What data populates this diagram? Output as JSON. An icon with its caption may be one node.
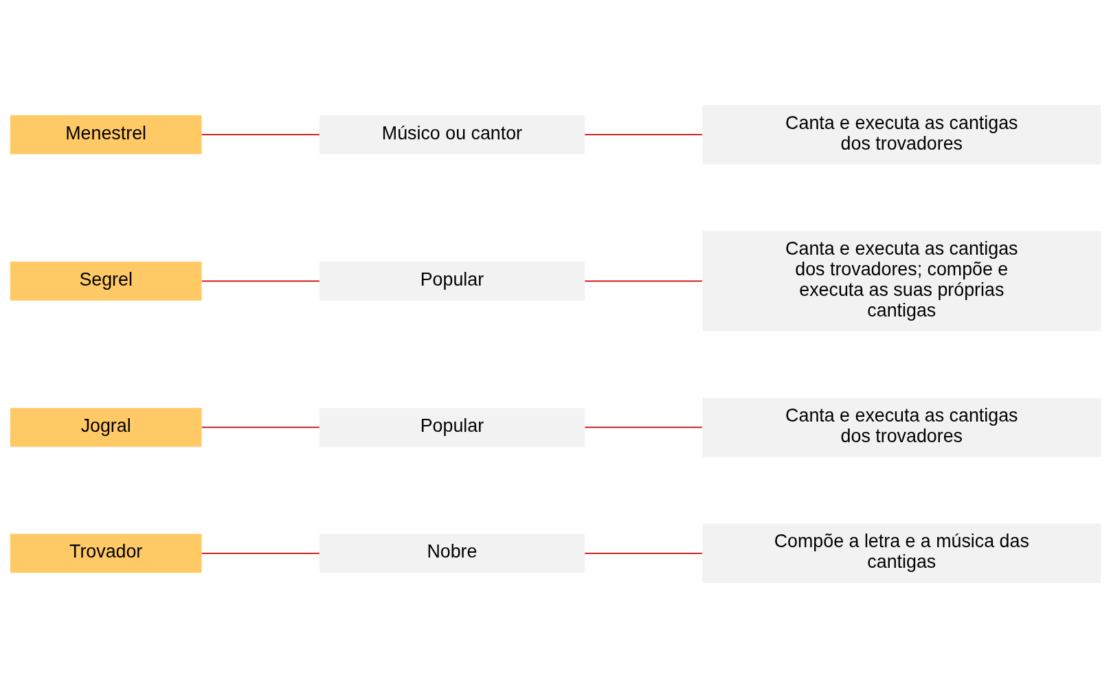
{
  "diagram": {
    "nodes": [
      {
        "text": [
          "Trovador"
        ]
      },
      {
        "text": [
          "Nobre"
        ]
      },
      {
        "text": [
          "Compõe a letra e a música das cantigas"
        ]
      },
      {
        "text": [
          "Jogral"
        ]
      },
      {
        "text": [
          "Popular"
        ]
      },
      {
        "text": [
          "Canta e executa as cantigas dos trovadores"
        ]
      },
      {
        "text": [
          "Segrel"
        ]
      },
      {
        "text": [
          "Popular"
        ]
      },
      {
        "text": [
          "Canta e executa as cantigas dos trovadores; compõe e executa as suas próprias cantigas"
        ]
      },
      {
        "text": [
          "Menestrel"
        ]
      },
      {
        "text": [
          "Músico ou cantor"
        ]
      },
      {
        "text": [
          "Canta e executa as cantigas dos trovadores"
        ]
      }
    ],
    "edges": [
      {
        "from": 0,
        "to": 1,
        "arrow": "none"
      },
      {
        "from": 1,
        "to": 2,
        "arrow": "none"
      },
      {
        "from": 3,
        "to": 4,
        "arrow": "none"
      },
      {
        "from": 4,
        "to": 5,
        "arrow": "none"
      },
      {
        "from": 6,
        "to": 7,
        "arrow": "none"
      },
      {
        "from": 7,
        "to": 8,
        "arrow": "none"
      },
      {
        "from": 9,
        "to": 10,
        "arrow": "none"
      },
      {
        "from": 10,
        "to": 11,
        "arrow": "none"
      }
    ]
  }
}
